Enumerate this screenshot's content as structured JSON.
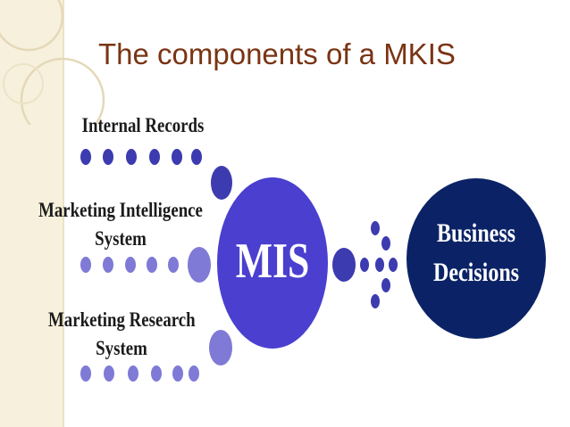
{
  "slide": {
    "title": "The components of a MKIS"
  },
  "sources": [
    {
      "line1": "Internal Records",
      "line2": ""
    },
    {
      "line1": "Marketing Intelligence",
      "line2": "System"
    },
    {
      "line1": "Marketing Research",
      "line2": "System"
    }
  ],
  "hub": {
    "label": "MIS"
  },
  "outcome": {
    "line1": "Business",
    "line2": "Decisions"
  },
  "colors": {
    "title": "#7a3414",
    "hub_fill": "#4a3fcf",
    "outcome_fill": "#0b2366",
    "dot_dark": "#3d3bb0",
    "dot_light": "#7f7ad6",
    "side_band": "#f7f0dc"
  }
}
